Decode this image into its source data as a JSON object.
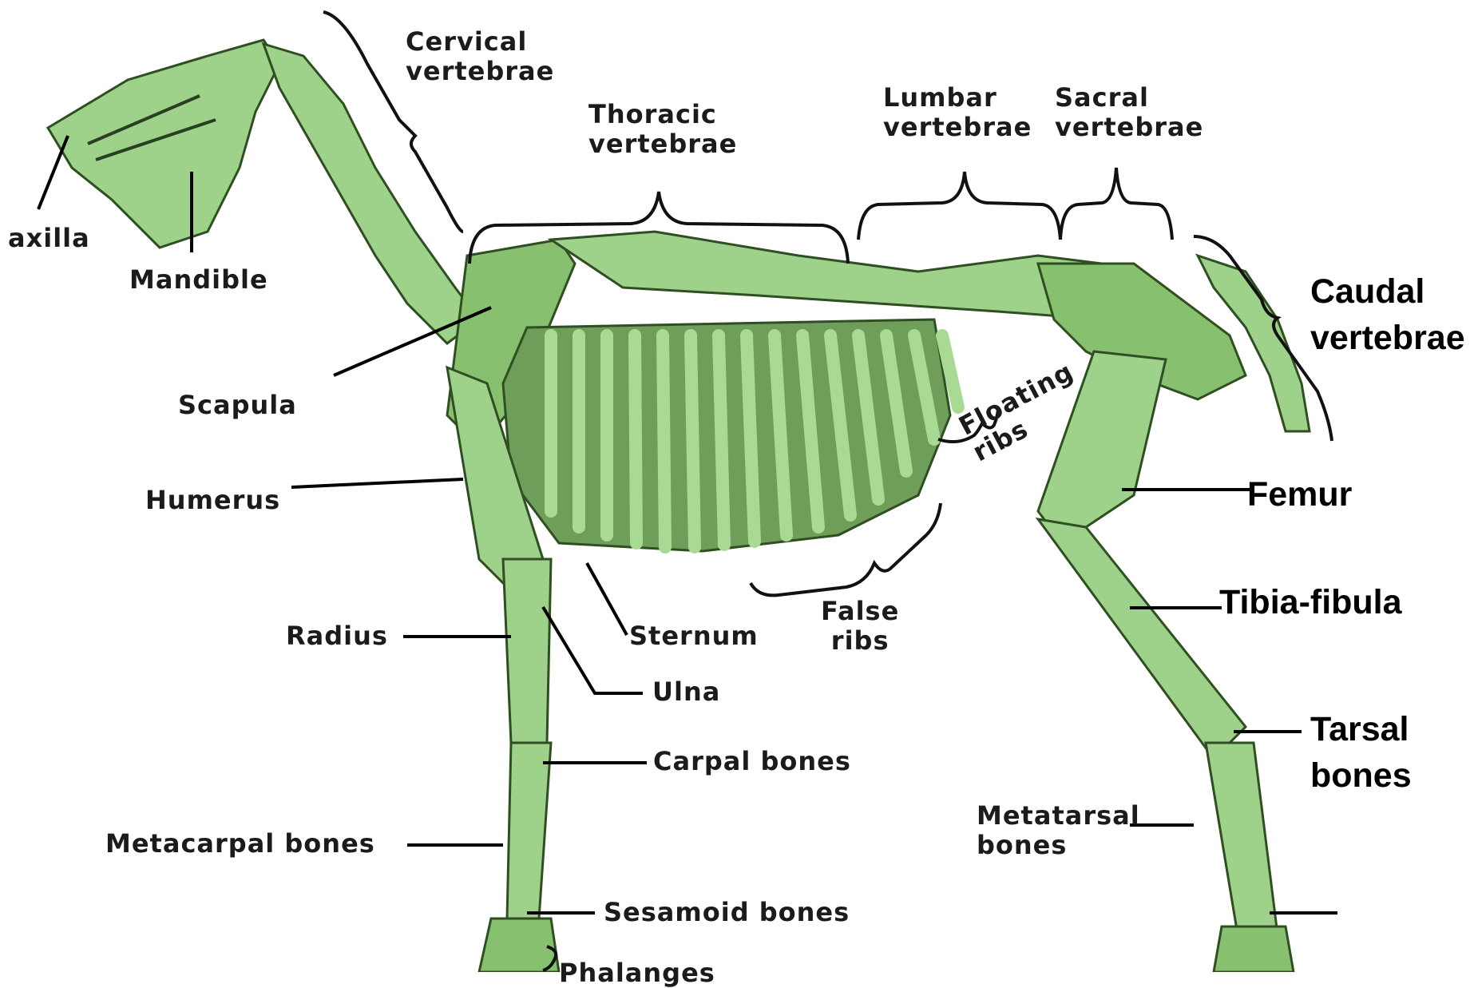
{
  "labels": {
    "cervical": "Cervical\nvertebrae",
    "thoracic": "Thoracic\nvertebrae",
    "lumbar": "Lumbar\nvertebrae",
    "sacral": "Sacral\nvertebrae",
    "caudal": "Caudal\nvertebrae",
    "maxilla": "axilla",
    "mandible": "Mandible",
    "scapula": "Scapula",
    "humerus": "Humerus",
    "floating_ribs": "Floating\nribs",
    "femur": "Femur",
    "false_ribs": "False\nribs",
    "tibia_fibula": "Tibia-fibula",
    "radius": "Radius",
    "sternum": "Sternum",
    "ulna": "Ulna",
    "carpal": "Carpal bones",
    "tarsal": "Tarsal\nbones",
    "metacarpal": "Metacarpal bones",
    "metatarsal": "Metatarsal\nbones",
    "sesamoid": "Sesamoid bones",
    "phalanges": "Phalanges"
  },
  "colors": {
    "bone": "#9ed18a",
    "outline": "#2f4f22",
    "background": "#ffffff"
  }
}
